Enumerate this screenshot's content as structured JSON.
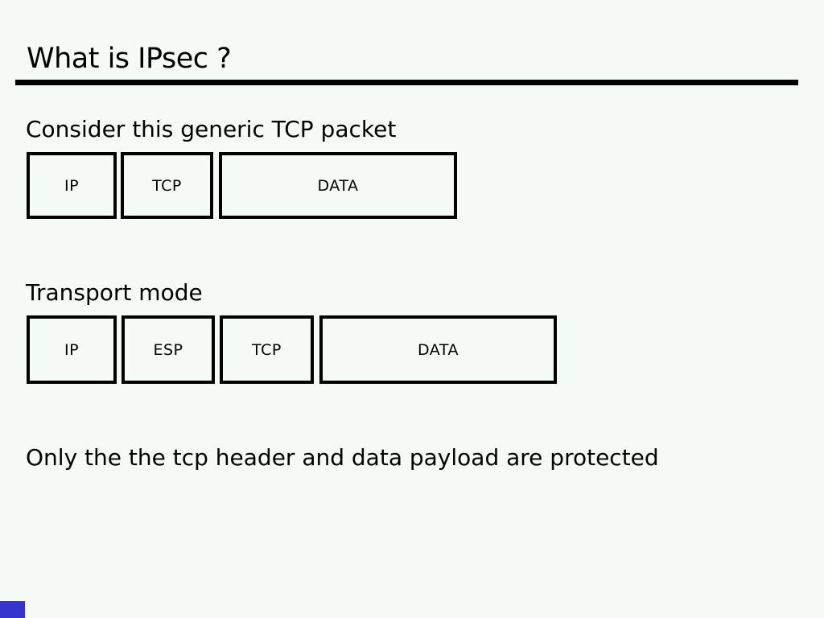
{
  "slide": {
    "title": "What is IPsec ?",
    "caption_generic": "Consider this generic TCP packet",
    "caption_transport": "Transport mode",
    "footnote": "Only the the tcp header and data payload are protected",
    "generic_packet": {
      "boxes": [
        "IP",
        "TCP",
        "DATA"
      ]
    },
    "transport_packet": {
      "boxes": [
        "IP",
        "ESP",
        "TCP",
        "DATA"
      ]
    },
    "colors": {
      "background": "#f4faf5",
      "text": "#000000",
      "title_rule": "#000000",
      "box_border": "#000000",
      "corner_marker": "#3535cd"
    }
  }
}
